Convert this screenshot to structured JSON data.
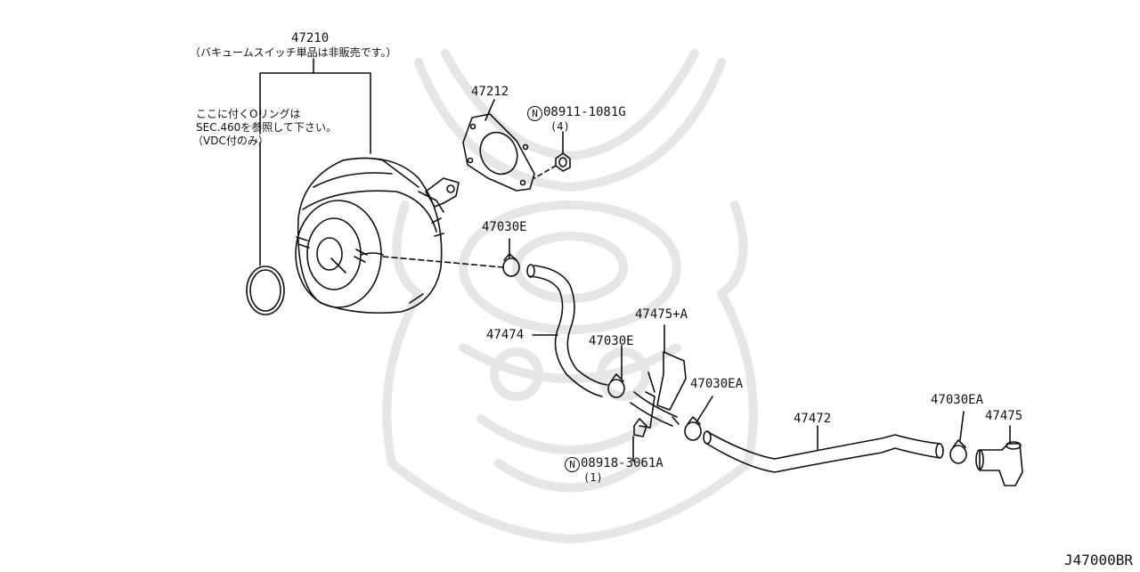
{
  "labels": {
    "booster": "47210",
    "booster_note": "（バキュームスイッチ単品は非販売です。）",
    "oring_note_1": "ここに付くOリングは",
    "oring_note_2": "SEC.460を参照して下さい。",
    "oring_note_3": "（VDC付のみ）",
    "gasket": "47212",
    "nut_symbol": "N",
    "nut": "08911-1081G",
    "nut_qty": "(4)",
    "clamp_top": "47030E",
    "hose_upper": "47474",
    "clamp_mid": "47030E",
    "bracket": "47475+A",
    "clamp_ea_1": "47030EA",
    "hose_lower": "47472",
    "clamp_ea_2": "47030EA",
    "check_valve": "47475",
    "bolt_symbol": "N",
    "bolt": "08918-3061A",
    "bolt_qty": "(1)"
  },
  "reference_code": "J47000BR",
  "colors": {
    "line": "#111111",
    "watermark": "#e6e6e6",
    "background": "#ffffff"
  }
}
